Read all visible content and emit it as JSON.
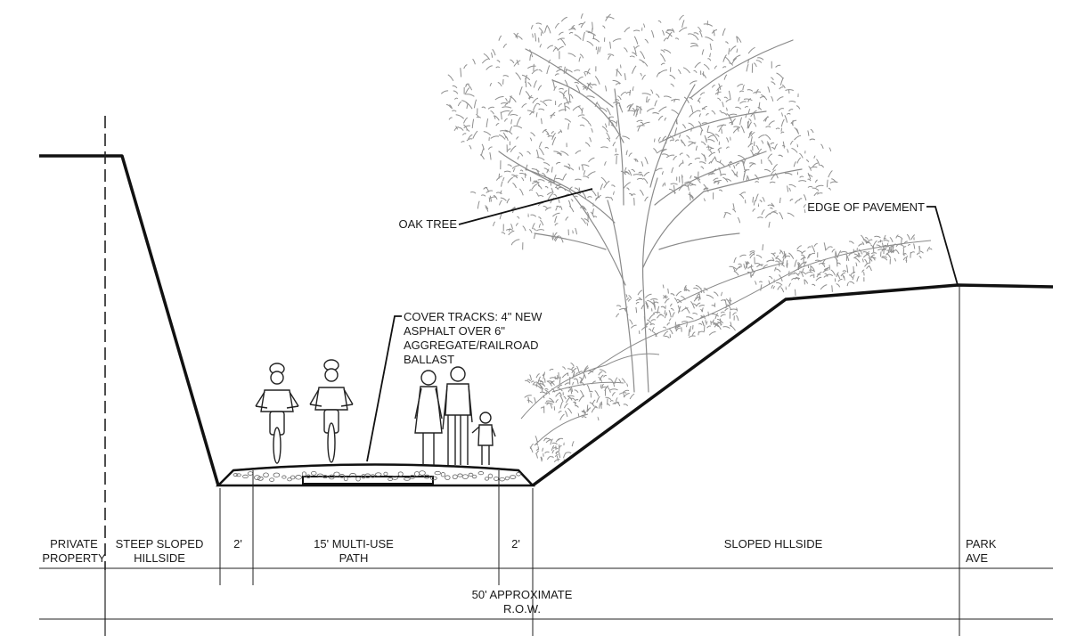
{
  "callouts": {
    "oak_tree": "OAK TREE",
    "edge_of_pavement": "EDGE OF PAVEMENT",
    "cover_tracks": [
      "COVER TRACKS: 4\" NEW",
      "ASPHALT OVER 6\"",
      "AGGREGATE/RAILROAD",
      "BALLAST"
    ]
  },
  "zones": {
    "private_property": [
      "PRIVATE",
      "PROPERTY"
    ],
    "steep_slope": [
      "STEEP SLOPED",
      "HILLSIDE"
    ],
    "shoulder_left": [
      "2'"
    ],
    "path": [
      "15' MULTI-USE",
      "PATH"
    ],
    "shoulder_right": [
      "2'"
    ],
    "sloped_hillside": [
      "SLOPED HLLSIDE"
    ],
    "park_ave": [
      "PARK",
      "AVE"
    ]
  },
  "row": [
    "50' APPROXIMATE",
    "R.O.W."
  ]
}
